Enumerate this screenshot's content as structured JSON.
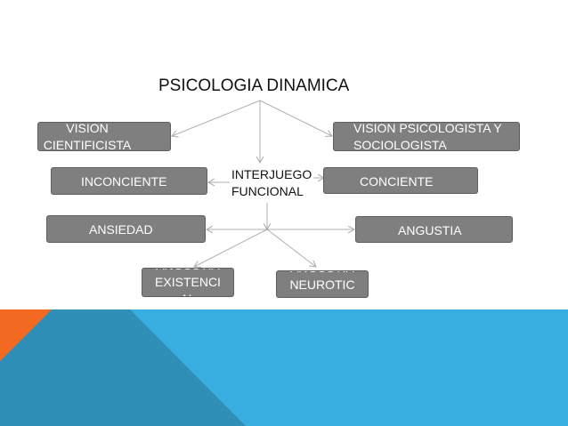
{
  "diagram": {
    "title": "PSICOLOGIA DINAMICA",
    "nodes": {
      "vision_cientificista": "VISION\nCIENTIFICISTA",
      "vision_psicologista": "VISION PSICOLOGISTA Y\nSOCIOLOGISTA",
      "inconciente": "INCONCIENTE",
      "interjuego": "INTERJUEGO\nFUNCIONAL",
      "conciente": "CONCIENTE",
      "ansiedad": "ANSIEDAD",
      "angustia": "ANGUSTIA",
      "angustia_existencial": "ANGUSTIA\nEXISTENCI\nAL",
      "angustia_neurotica": "ANGUSTIA\nNEUROTIC\nA"
    }
  },
  "colors": {
    "node_fill": "#7f7f7f",
    "node_text": "#ffffff",
    "connector": "#b0b0b0",
    "footer_blue": "#38aee0",
    "footer_teal": "#2f8fb6",
    "footer_orange": "#f26a22"
  }
}
